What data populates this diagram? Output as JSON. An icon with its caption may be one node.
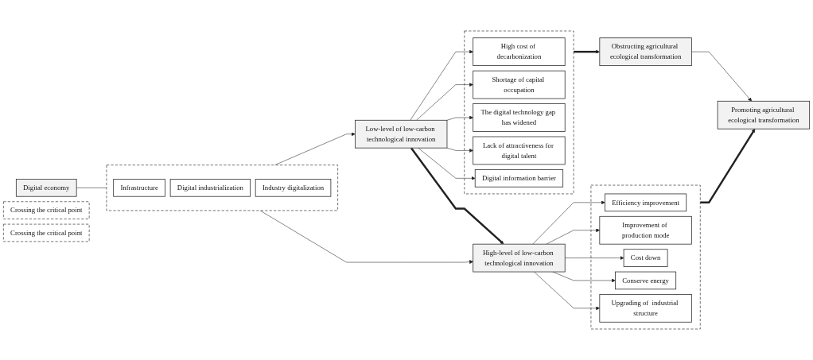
{
  "diagram": {
    "nodes": [
      {
        "text": [
          "Digital economy"
        ]
      },
      {
        "text": [],
        "shape": "box"
      },
      {
        "text": [
          "Infrastructure"
        ],
        "in": 1
      },
      {
        "text": [
          "Digital industrialization"
        ],
        "in": 1
      },
      {
        "text": [
          "Industry digitalization"
        ],
        "in": 1
      },
      {
        "text": [
          "Low-level of low-carbon technological innovation"
        ]
      },
      {
        "text": [
          "Crossing the critical point"
        ]
      },
      {
        "text": [
          "High-level of low-carbon technological innovation"
        ]
      },
      {
        "text": [],
        "shape": "box"
      },
      {
        "text": [
          "High cost of decarbonization"
        ],
        "in": 8
      },
      {
        "text": [
          "Shortage of capital occupation"
        ],
        "in": 8
      },
      {
        "text": [
          "The digital technology gap has widened"
        ],
        "in": 8
      },
      {
        "text": [
          "Lack of attractiveness for digital talent"
        ],
        "in": 8
      },
      {
        "text": [
          "Digital information barrier"
        ],
        "in": 8
      },
      {
        "text": [],
        "shape": "box"
      },
      {
        "text": [
          "Efficiency improvement"
        ],
        "in": 14
      },
      {
        "text": [
          "Improvement of production mode"
        ],
        "in": 14
      },
      {
        "text": [
          "Cost down"
        ],
        "in": 14
      },
      {
        "text": [
          "Conserve energy"
        ],
        "in": 14
      },
      {
        "text": [
          "Upgrading of  industrial structure"
        ],
        "in": 14
      },
      {
        "text": [
          "Obstructing agricultural ecological transformation"
        ]
      },
      {
        "text": [
          "Crossing the critical point"
        ]
      },
      {
        "text": [
          "Promoting agricultural ecological transformation"
        ]
      }
    ],
    "edges": [
      {
        "from": 0,
        "to": 1,
        "arrow": "none"
      },
      {
        "from": 1,
        "to": 5,
        "arrow": "to"
      },
      {
        "from": 1,
        "to": 7,
        "arrow": "to"
      },
      {
        "from": 5,
        "to": 7,
        "arrow": "to",
        "style": "thick"
      },
      {
        "from": 5,
        "to": 9,
        "arrow": "to"
      },
      {
        "from": 5,
        "to": 10,
        "arrow": "to"
      },
      {
        "from": 5,
        "to": 11,
        "arrow": "to"
      },
      {
        "from": 5,
        "to": 12,
        "arrow": "to"
      },
      {
        "from": 5,
        "to": 13,
        "arrow": "to"
      },
      {
        "from": 7,
        "to": 15,
        "arrow": "to"
      },
      {
        "from": 7,
        "to": 16,
        "arrow": "to"
      },
      {
        "from": 7,
        "to": 17,
        "arrow": "to"
      },
      {
        "from": 7,
        "to": 18,
        "arrow": "to"
      },
      {
        "from": 7,
        "to": 19,
        "arrow": "to"
      },
      {
        "from": 8,
        "to": 20,
        "arrow": "to",
        "style": "thick"
      },
      {
        "from": 14,
        "to": 22,
        "arrow": "to",
        "style": "thick"
      },
      {
        "from": 20,
        "to": 22,
        "arrow": "to"
      }
    ]
  }
}
